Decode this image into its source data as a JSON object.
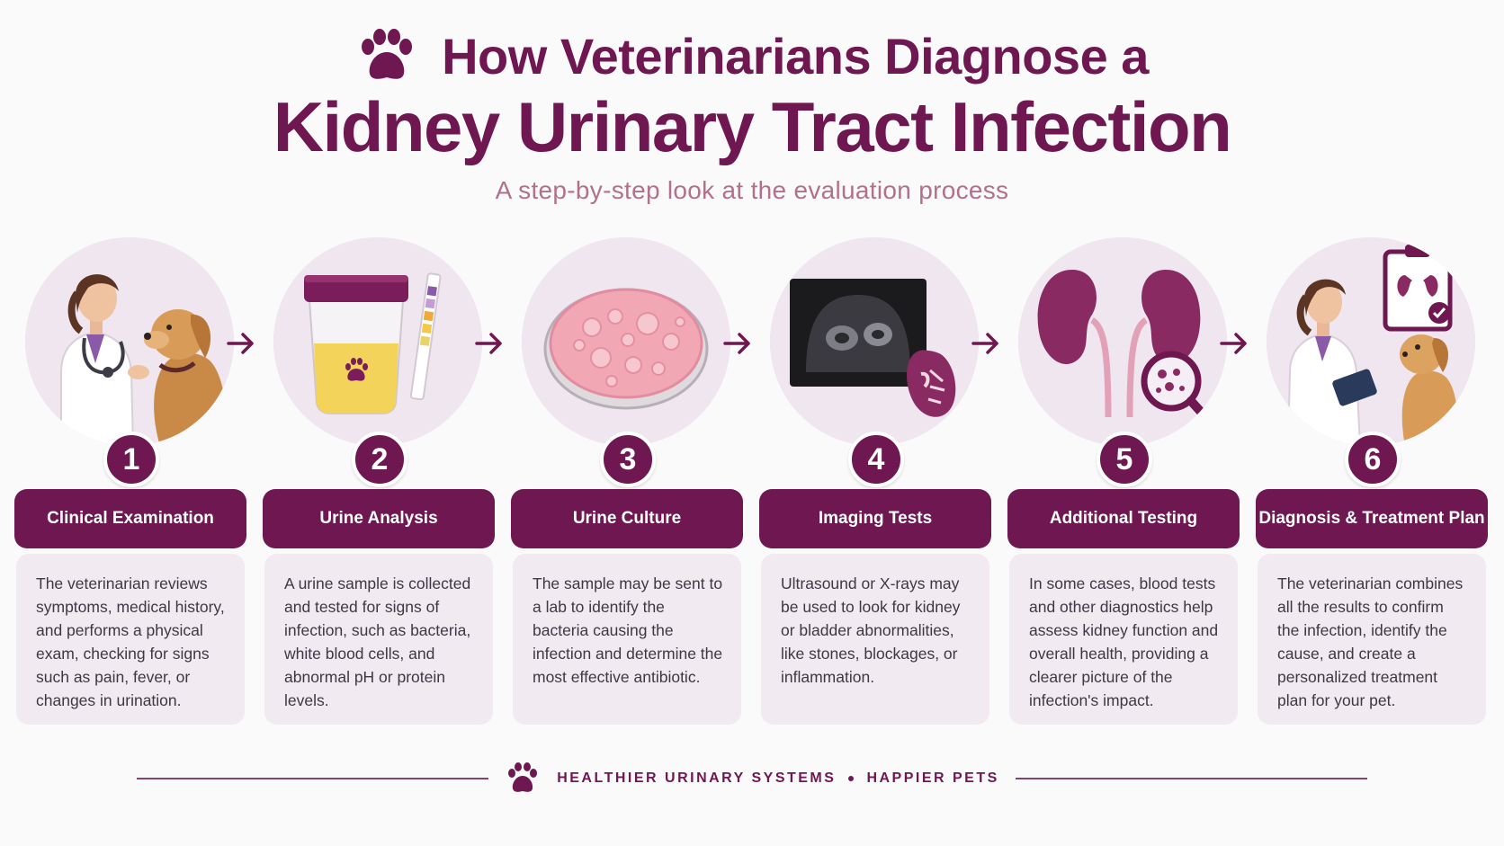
{
  "header": {
    "title_line1": "How Veterinarians Diagnose a",
    "title_line2": "Kidney Urinary Tract Infection",
    "subtitle": "A step-by-step look at the evaluation process"
  },
  "steps": [
    {
      "number": "1",
      "title": "Clinical Examination",
      "description": "The veterinarian reviews symptoms, medical history, and performs a physical exam, checking for signs such as pain, fever, or changes in urination.",
      "icon": "vet-examining-dog-icon"
    },
    {
      "number": "2",
      "title": "Urine Analysis",
      "description": "A urine sample is collected and tested for signs of infection, such as bacteria, white blood cells, and abnormal pH or protein levels.",
      "icon": "urine-sample-cup-icon"
    },
    {
      "number": "3",
      "title": "Urine Culture",
      "description": "The sample may be sent to a lab to identify the bacteria causing the infection and determine the most effective antibiotic.",
      "icon": "petri-dish-icon"
    },
    {
      "number": "4",
      "title": "Imaging Tests",
      "description": "Ultrasound or X-rays may be used to look for kidney or bladder abnormalities, like stones, blockages, or inflammation.",
      "icon": "ultrasound-kidney-icon"
    },
    {
      "number": "5",
      "title": "Additional Testing",
      "description": "In some cases, blood tests and other diagnostics help assess kidney function and overall health, providing a clearer picture of the infection's impact.",
      "icon": "kidneys-magnifier-icon"
    },
    {
      "number": "6",
      "title": "Diagnosis & Treatment Plan",
      "description": "The veterinarian combines all the results to confirm the infection, identify the cause, and create a personalized treatment plan for your pet.",
      "icon": "vet-tablet-dog-icon"
    }
  ],
  "footer": {
    "left_text": "HEALTHIER URINARY SYSTEMS",
    "right_text": "HAPPIER PETS"
  },
  "colors": {
    "primary": "#6e1750",
    "subtitle": "#b3708d",
    "card_bg": "#f1eaf1",
    "circle_bg": "#efe6ef"
  }
}
